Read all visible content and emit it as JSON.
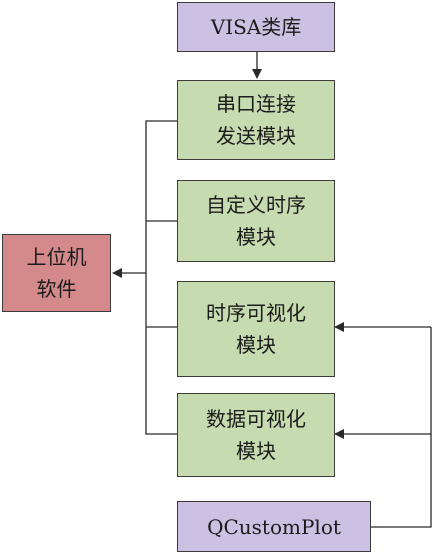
{
  "diagram": {
    "visa_library": "VISA类库",
    "serial_module": [
      "串口连接",
      "发送模块"
    ],
    "timing_define_module": [
      "自定义时序",
      "模块"
    ],
    "timing_visual_module": [
      "时序可视化",
      "模块"
    ],
    "data_visual_module": [
      "数据可视化",
      "模块"
    ],
    "qcustomplot": "QCustomPlot",
    "host_software": [
      "上位机",
      "软件"
    ]
  },
  "colors": {
    "library_fill": "#ccc1e2",
    "module_fill": "#c6dcb0",
    "host_fill": "#d48a8a",
    "stroke": "#3c3c3c",
    "connector": "#2a2a2a"
  }
}
